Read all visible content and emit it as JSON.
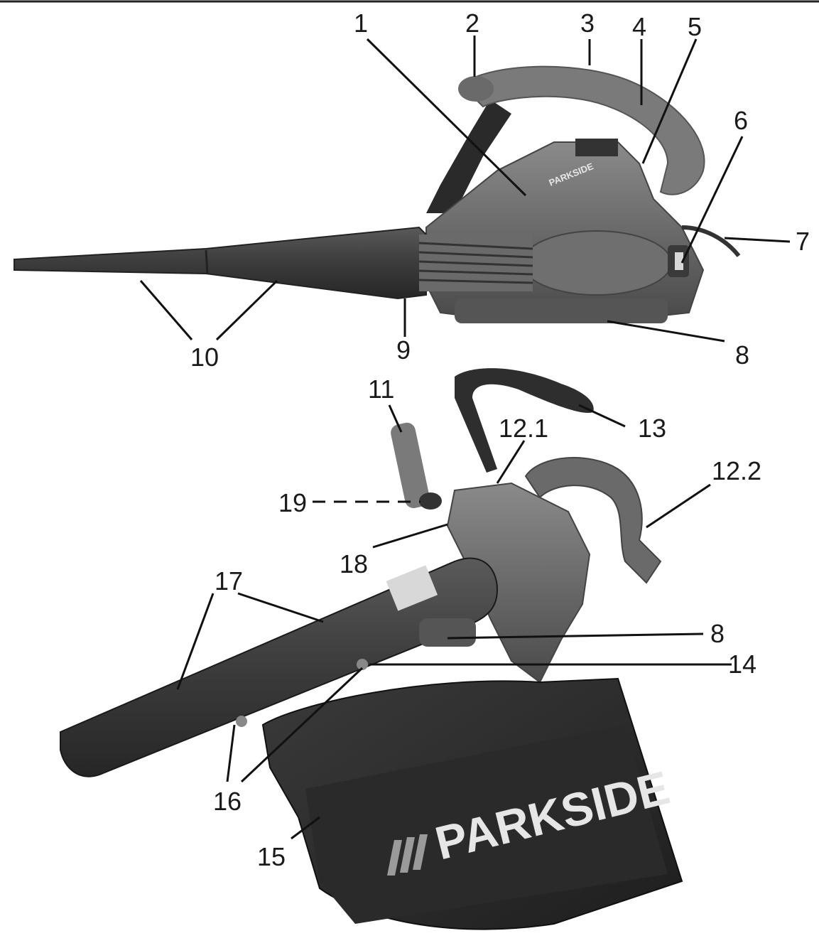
{
  "figure": {
    "brand_bag": "PARKSIDE",
    "brand_housing": "PARKSIDE",
    "callouts": {
      "c1": "1",
      "c2": "2",
      "c3": "3",
      "c4": "4",
      "c5": "5",
      "c6": "6",
      "c7": "7",
      "c8a": "8",
      "c9": "9",
      "c10": "10",
      "c11": "11",
      "c12_1": "12.1",
      "c12_2": "12.2",
      "c13": "13",
      "c14": "14",
      "c15": "15",
      "c16": "16",
      "c17": "17",
      "c18": "18",
      "c19": "19",
      "c8b": "8"
    }
  }
}
